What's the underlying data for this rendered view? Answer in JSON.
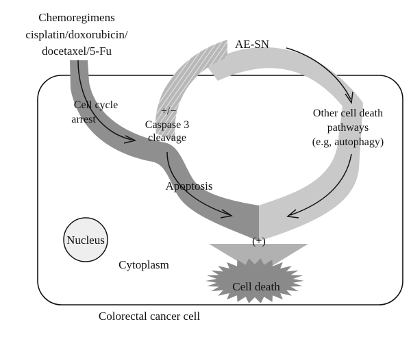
{
  "drug_label": {
    "line1": "Chemoregimens",
    "line2": "cisplatin/doxorubicin/",
    "line3": "docetaxel/5-Fu"
  },
  "agent_label": "AE-SN",
  "cell_cycle": {
    "line1": "Cell cycle",
    "line2": "arrest"
  },
  "plus_minus": "+/−",
  "caspase": {
    "line1": "Caspase 3",
    "line2": "cleavage"
  },
  "other_pathways": {
    "line1": "Other cell death",
    "line2": "pathways",
    "line3": "(e.g, autophagy)"
  },
  "apoptosis": "Apoptosis",
  "plus_sign": "(+)",
  "nucleus": "Nucleus",
  "cytoplasm": "Cytoplasm",
  "cell_death": "Cell death",
  "cell_name": "Colorectal cancer cell",
  "colors": {
    "dark_arrow": "#8f8f8f",
    "light_arrow": "#c9c9c9",
    "merge_dark": "#b1b1b1",
    "cell_death_fill": "#8a8a8a",
    "nucleus_fill": "#eeeeee",
    "hatched_band": "#b6b6b6"
  }
}
